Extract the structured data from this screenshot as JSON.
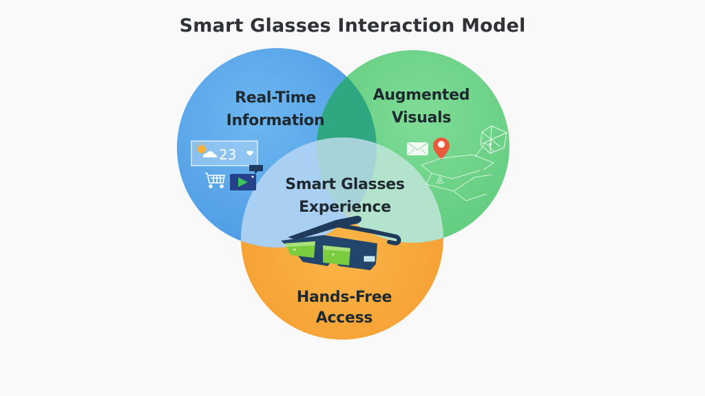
{
  "title": "Smart Glasses Interaction Model",
  "circles": [
    {
      "id": "real-time-information",
      "line1": "Real-Time",
      "line2": "Information",
      "color": "#5aa7ea"
    },
    {
      "id": "augmented-visuals",
      "line1": "Augmented",
      "line2": "Visuals",
      "color": "#6fd48a"
    },
    {
      "id": "hands-free-access",
      "line1": "Hands-Free",
      "line2": "Access",
      "color": "#f8a73a"
    }
  ],
  "center": {
    "line1": "Smart Glasses",
    "line2": "Experience"
  },
  "icons": {
    "real_time": [
      "weather-widget-icon",
      "shopping-cart-icon",
      "video-play-icon",
      "chat-bubble-icon"
    ],
    "weather_temp": "23",
    "augmented": [
      "mail-icon",
      "map-pin-icon",
      "wireframe-map-icon",
      "wireframe-globe-icon"
    ],
    "center": "smart-glasses-icon"
  },
  "colors": {
    "blue": "#5aa7ea",
    "green": "#6fd48a",
    "orange": "#f8a73a",
    "blue_green_overlap": "#2fa882",
    "center_overlay": "#cfe6ef",
    "title": "#2f3337"
  }
}
